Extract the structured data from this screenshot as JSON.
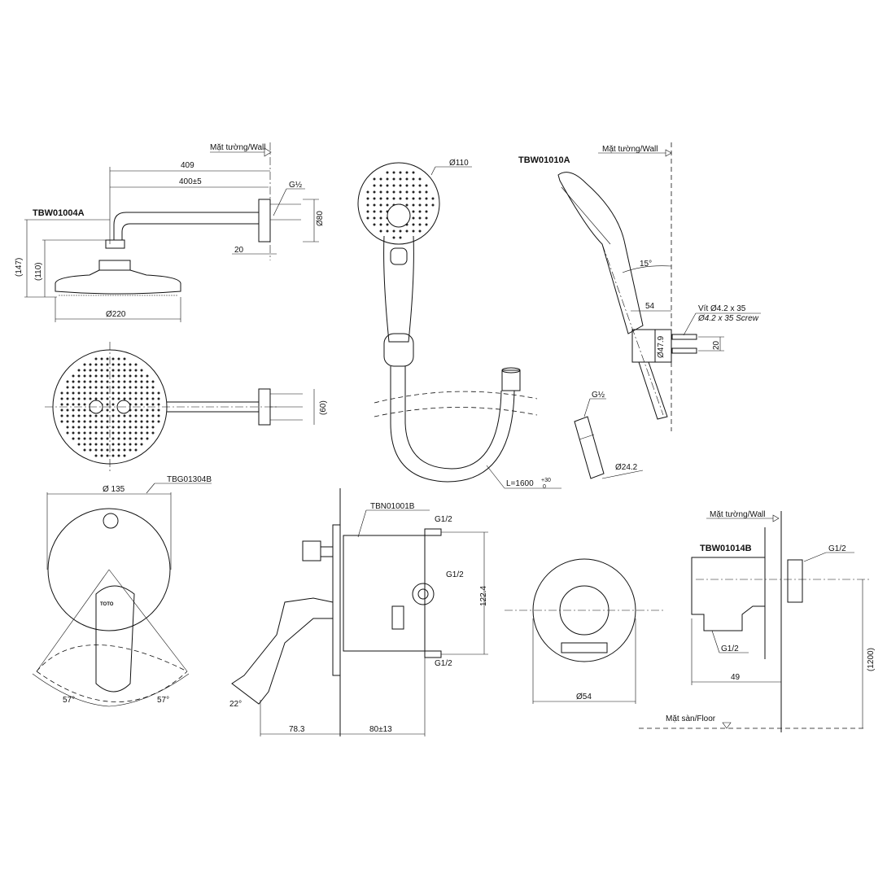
{
  "labels": {
    "wall": "Mặt tường/Wall",
    "floor": "Mặt sàn/Floor",
    "overhead_shower": {
      "model": "TBW01004A",
      "dim_409": "409",
      "dim_400": "400±5",
      "thread": "G½",
      "dim_147": "(147)",
      "dim_110": "(110)",
      "dim_80": "Ø80",
      "dim_20": "20",
      "dim_220": "Ø220",
      "dim_60": "(60)"
    },
    "hand_shower": {
      "dim_110": "Ø110",
      "model": "TBW01010A",
      "angle": "15°",
      "dim_54": "54",
      "screw_vi": "Vít Ø4.2 x 35",
      "screw_en": "Ø4.2 x 35 Screw",
      "dim_479": "Ø47.9",
      "dim_20": "20",
      "thread": "G½",
      "dim_242": "Ø24.2",
      "hose": "L=1600",
      "hose_tol_up": "+30",
      "hose_tol_down": "0"
    },
    "mixer": {
      "model": "TBG01304B",
      "dim_135": "Ø 135",
      "angle_left": "57°",
      "angle_right": "57°",
      "logo": "TOTO",
      "valve_model": "TBN01001B",
      "g1": "G1/2",
      "g2": "G1/2",
      "g3": "G1/2",
      "dim_1224": "122.4",
      "angle_22": "22°",
      "dim_783": "78.3",
      "dim_80": "80±13"
    },
    "outlet": {
      "dim_54": "Ø54",
      "model": "TBW01014B",
      "g_top": "G1/2",
      "g_bottom": "G1/2",
      "dim_49": "49",
      "dim_1200": "(1200)"
    }
  }
}
